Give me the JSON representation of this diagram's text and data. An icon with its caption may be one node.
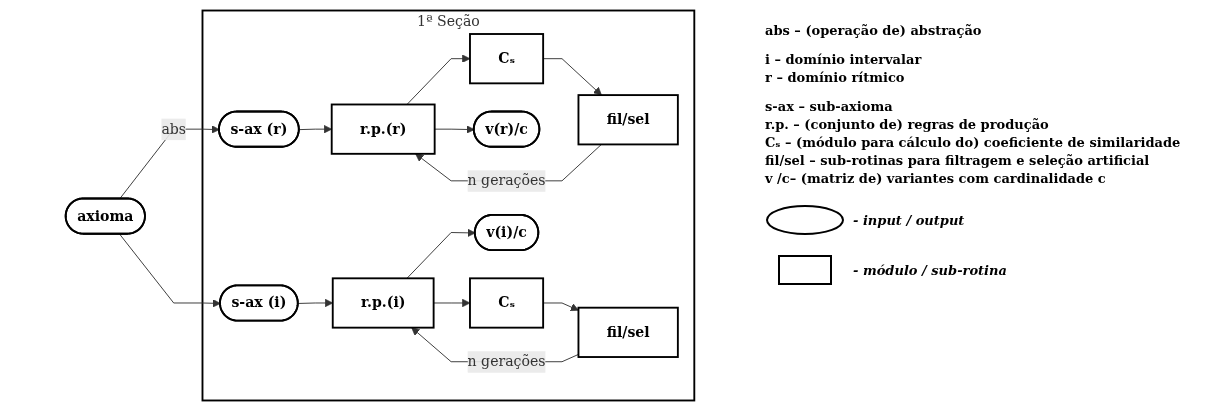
{
  "diagram": {
    "nodes": [
      {
        "text": [
          "axioma"
        ]
      },
      {
        "text": [
          "1ª Seção"
        ]
      },
      {
        "text": [
          "s-ax (r)"
        ],
        "in": 1
      },
      {
        "text": [
          "r.p.(r)"
        ],
        "in": 1
      },
      {
        "text": [
          "Cₛ"
        ],
        "in": 1
      },
      {
        "text": [
          "fil/sel"
        ],
        "in": 1
      },
      {
        "text": [
          "v(r)/c"
        ],
        "in": 1
      },
      {
        "text": [
          "s-ax (i)"
        ],
        "in": 1
      },
      {
        "text": [
          "r.p.(i)"
        ],
        "in": 1
      },
      {
        "text": [
          "Cₛ"
        ],
        "in": 1
      },
      {
        "text": [
          "fil/sel"
        ],
        "in": 1
      },
      {
        "text": [
          "v(i)/c"
        ],
        "in": 1
      }
    ],
    "edges": [
      {
        "from": 0,
        "to": 2,
        "arrow": "to",
        "label": "abs"
      },
      {
        "from": 0,
        "to": 7,
        "arrow": "to"
      },
      {
        "from": 2,
        "to": 3,
        "arrow": "to"
      },
      {
        "from": 3,
        "to": 4,
        "arrow": "to"
      },
      {
        "from": 4,
        "to": 5,
        "arrow": "to"
      },
      {
        "from": 5,
        "to": 3,
        "arrow": "to",
        "label": "n gerações"
      },
      {
        "from": 3,
        "to": 6,
        "arrow": "to"
      },
      {
        "from": 7,
        "to": 8,
        "arrow": "to"
      },
      {
        "from": 8,
        "to": 9,
        "arrow": "to"
      },
      {
        "from": 9,
        "to": 10,
        "arrow": "to"
      },
      {
        "from": 10,
        "to": 8,
        "arrow": "to",
        "label": "n gerações"
      },
      {
        "from": 8,
        "to": 11,
        "arrow": "to"
      }
    ],
    "labels": [
      "abs – (operação de) abstração",
      "i – domínio intervalar",
      "r – domínio rítmico",
      "s-ax – sub-axioma",
      "r.p. – (conjunto de) regras de produção",
      "Cₛ – (módulo para cálculo do) coeficiente de similaridade",
      "fil/sel – sub-rotinas para filtragem e seleção artificial",
      "v /c– (matriz de) variantes com cardinalidade c"
    ],
    "legend": [
      {
        "text": "- input / output"
      },
      {
        "text": "- módulo / sub-rotina"
      }
    ]
  }
}
